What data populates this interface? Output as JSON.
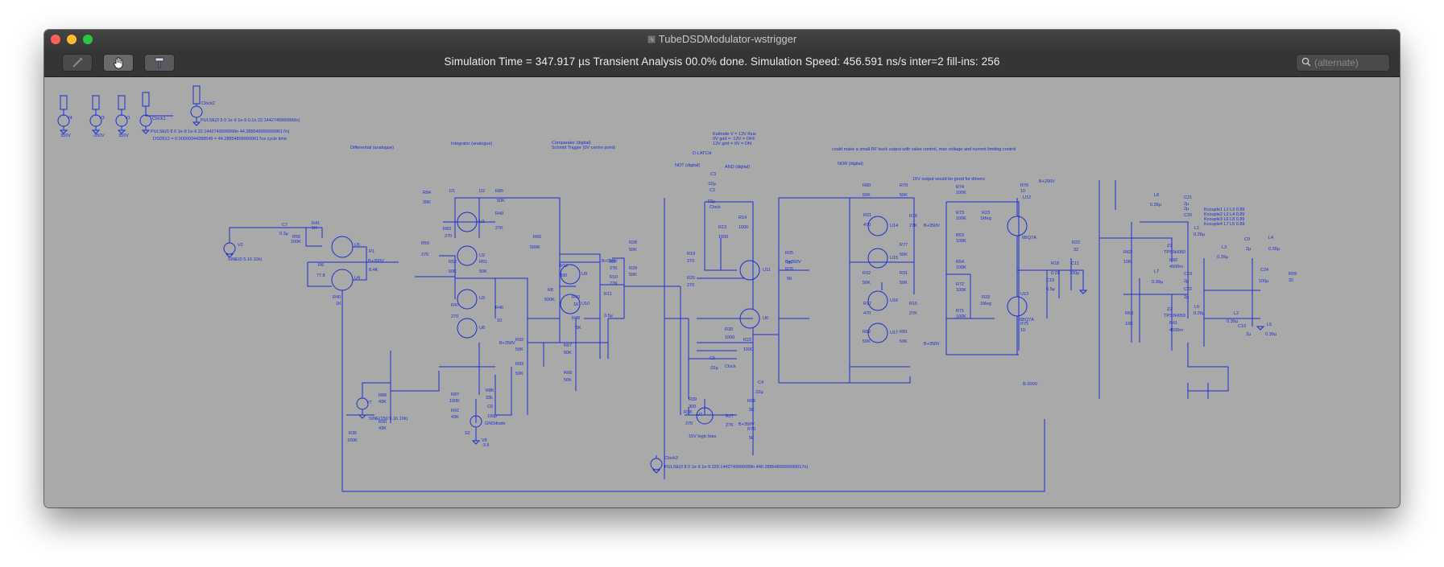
{
  "window": {
    "title": "TubeDSDModulator-wstrigger"
  },
  "toolbar": {
    "status": "Simulation Time = 347.917 µs  Transient Analysis 00.0% done. Simulation Speed: 456.591 ns/s inter=2 fill-ins: 256",
    "search_placeholder": "(alternate)",
    "buttons": [
      {
        "icon": "probe-icon"
      },
      {
        "icon": "hand-icon"
      },
      {
        "icon": "hammer-icon"
      }
    ]
  },
  "colors": {
    "schematic_ink": "#1a2fd0",
    "canvas_bg": "#a9a9a9",
    "toolbar_bg": "#353535"
  },
  "schematic": {
    "comments": {
      "differential": "Differential (analogue)",
      "integrator": "Integrator (analogue)",
      "comparator": "Comparator (digital)",
      "schmitt": "Schmitt Trigger (0V centre point)",
      "dlatch": "D-LATCH",
      "not": "NOT (digital)",
      "and": "AND (digital)",
      "nor": "NOR (digital)",
      "kathode1": "Kathode V = 13V thus",
      "kathode2": "0V grid = -13V = OFF",
      "kathode3": "13V grid = 0V = ON",
      "buck": "could make a small RF buck output with valve control, max voltage and current limiting control",
      "fifteen": "15V output would be good for drivers",
      "logicbias": "15V logic bias",
      "dsd": "DSD512 = 0.00000044288549 = 44.288548999999617ns cycle time",
      "kcouple1": "Kcouple1 L1 L3 0.89",
      "kcouple2": "Kcouple2 L2 L4 0.89",
      "kcouple3": "Kcouple3 L6 L8 0.89",
      "kcouple4": "Kcouple4 L7 L5 0.89"
    },
    "directives": {
      "pulse1": "PULSE(0 5 0 1e-9 1e-9 0.1n 22.1442749999999n)",
      "pulse2": "PULSE(0 8 0 1e-9 1e-9 22.1442749999999n 44.2885489999999617n)",
      "pulse3": "PULSE(0 8 0 1e-9 1e-9 220.1442749999999n 440.2885489999999617n)",
      "sine1": "SINE(0 5.16 10k)",
      "sine2": "SINE(150 5.16 10k)"
    },
    "sources": {
      "v4": "V4",
      "v4val": "350V",
      "v3": "V3",
      "v3val": "-350V",
      "v1": "V1",
      "v1val": "350V",
      "clock1": "Clock1",
      "clock2": "Clock2",
      "clock3": "Clock3",
      "v2": "V2",
      "v7": "V7",
      "v8": "V8",
      "v8val": "-3.5",
      "s2": "S2",
      "b350": "B+350V",
      "b350b": "B+350V",
      "b350c": "B+350V",
      "b350d": "B+350V",
      "b350e": "B+350V",
      "b350f": "B+350V",
      "b350g": "B+350V",
      "b200": "B+200V",
      "bm200": "B-200V",
      "clock_tag1": "Clock",
      "clock_tag2": "Clock",
      "ditag": "GNDdiode"
    },
    "parts": {
      "r41": "R41",
      "r41v": "1K",
      "r55": "R55",
      "r55v": "100K",
      "c7": "C7",
      "c7v": "0.3µ",
      "r1": "R1",
      "r1v": "8.4K",
      "r6": "R6",
      "r6v": "77.8",
      "r40": "R40",
      "r40v": "1K",
      "r84": "R84",
      "r84v": "30K",
      "r83": "R83",
      "r83v": "270",
      "r50": "R50",
      "r50v": "270",
      "r52": "R52",
      "r52v": "50K",
      "r51": "R51",
      "r51v": "50K",
      "r85": "R85",
      "r85v": "50K",
      "r49": "R49",
      "r49v": "27K",
      "r47": "R47",
      "r47v": "270",
      "r46": "R46",
      "r46v": "10",
      "r92": "R92",
      "r92v": "50K",
      "r93": "R93",
      "r93v": "50K",
      "r86": "R86",
      "r86v": "33k",
      "r87": "R87",
      "r87v": "100K",
      "r91": "R91",
      "r91v": "43K",
      "c6": "C6",
      "c6v": "100p",
      "r89": "R89",
      "r89v": "43K",
      "r90": "R90",
      "r90v": "43K",
      "r36": "R36",
      "r36v": "100K",
      "r65": "R65",
      "r65v": "500K",
      "r12": "R12",
      "r12v": "430",
      "r8": "R8",
      "r8v": "500K",
      "r43": "R43",
      "r43v": "1K",
      "r9": "R9",
      "r9v": "27K",
      "r10": "R10",
      "r10v": "27K",
      "r28": "R28",
      "r28v": "50K",
      "r29": "R29",
      "r29v": "50K",
      "r11": "R11",
      "c8v": "0.5µ",
      "r48": "R48",
      "r48v": "5K",
      "r67": "R67",
      "r67v": "50K",
      "r68": "R68",
      "r68v": "50K",
      "c3": "C3",
      "c3v": ".02µ",
      "c2": "C2",
      "c2v": ".02µ",
      "r14": "R14",
      "r14v": "1000",
      "r13": "R13",
      "r13v": "1000",
      "r19": "R19",
      "r19v": "270",
      "r20": "R20",
      "r20v": "270",
      "r30": "R30",
      "r30v": "1000",
      "r22": "R22",
      "r22v": "1000",
      "c5": "C5",
      "c5v": ".02µ",
      "c4": "C4",
      "c4v": ".02µ",
      "r25": "R25",
      "r25v": "5K",
      "r26": "R26",
      "r26v": "5K",
      "r39": "R39",
      "r39v": "300",
      "r27": "R27",
      "r27v": "27K",
      "r38": "R38",
      "r38v": "270",
      "r69": "R69",
      "r69v": "5K",
      "r70": "R70",
      "r70v": "5K",
      "r80": "R80",
      "r80v": "50K",
      "r79": "R79",
      "r79v": "50K",
      "r21": "R21",
      "r21v": "470",
      "r16": "R16",
      "r16v": "27K",
      "r77": "R77",
      "r77v": "50K",
      "r32": "R32",
      "r32v": "50K",
      "r31": "R31",
      "r31v": "50K",
      "r17": "R17",
      "r17v": "470",
      "r15": "R15",
      "r15v": "27K",
      "r82": "R82",
      "r82v": "50K",
      "r81": "R81",
      "r81v": "50K",
      "r74": "R74",
      "r74v": "100K",
      "r73": "R73",
      "r73v": "100K",
      "r53": "R53",
      "r53v": "100K",
      "r54": "R54",
      "r54v": "100K",
      "r72": "R72",
      "r72v": "100K",
      "r71": "R71",
      "r71v": "100K",
      "r23": "R23",
      "r23v": "1Meg",
      "r33": "R33",
      "r33v": "1Meg",
      "r76": "R76",
      "r76v": "10",
      "r75": "R75",
      "r75v": "10",
      "u12": "U12",
      "u12v": "6BQ7A",
      "u13": "U13",
      "u13v": "6BQ7A",
      "r18": "R18",
      "r18v": "0.01",
      "c11": "C11",
      "c11v": "100µ",
      "r22b": "R22",
      "r22bv": "32",
      "c19": "C19",
      "c19v": "0.5µ",
      "r62": "R62",
      "r62v": "10K",
      "r63": "R63",
      "r63v": "10K",
      "l8": "L8",
      "l8v": "0.39µ",
      "l7": "L7",
      "l7v": "0.39µ",
      "z1": "Z1",
      "z1v": "TPS0H050",
      "z2": "Z2",
      "z2v": "TPS0H050",
      "r60": "R60",
      "r60v": "4500m",
      "r61": "R61",
      "r61v": "4500m",
      "c21": "C21",
      "c21v": "2µ",
      "c20": "C20",
      "c20v": "2µ",
      "c23": "C23",
      "c23v": "2µ",
      "c22": "C22",
      "c22v": "2µ",
      "l1": "L1",
      "l1v": "0.39µ",
      "l6": "L6",
      "l6v": "0.39µ",
      "l3": "L3",
      "l3v": "0.39µ",
      "l4": "L4",
      "l4v": "0.39µ",
      "l5": "L5",
      "l5v": "0.39µ",
      "l2": "L2",
      "l2v": "0.39µ",
      "c9": "C9",
      "c9v": "2µ",
      "c10": "C10",
      "c10v": "2µ",
      "c24": "C24",
      "c24v": "100µ",
      "r59": "R59",
      "r59v": "32",
      "d1": "D1",
      "d2": "D2",
      "u4": "U4",
      "u5": "U5",
      "u1": "U1",
      "u2": "U2",
      "u3": "U3",
      "u8": "U8",
      "u9": "U9",
      "u10": "U10",
      "u11": "U11",
      "u6": "U6",
      "u7": "U7",
      "u14": "U14",
      "u15": "U15",
      "u16": "U16",
      "u17": "U17"
    }
  }
}
